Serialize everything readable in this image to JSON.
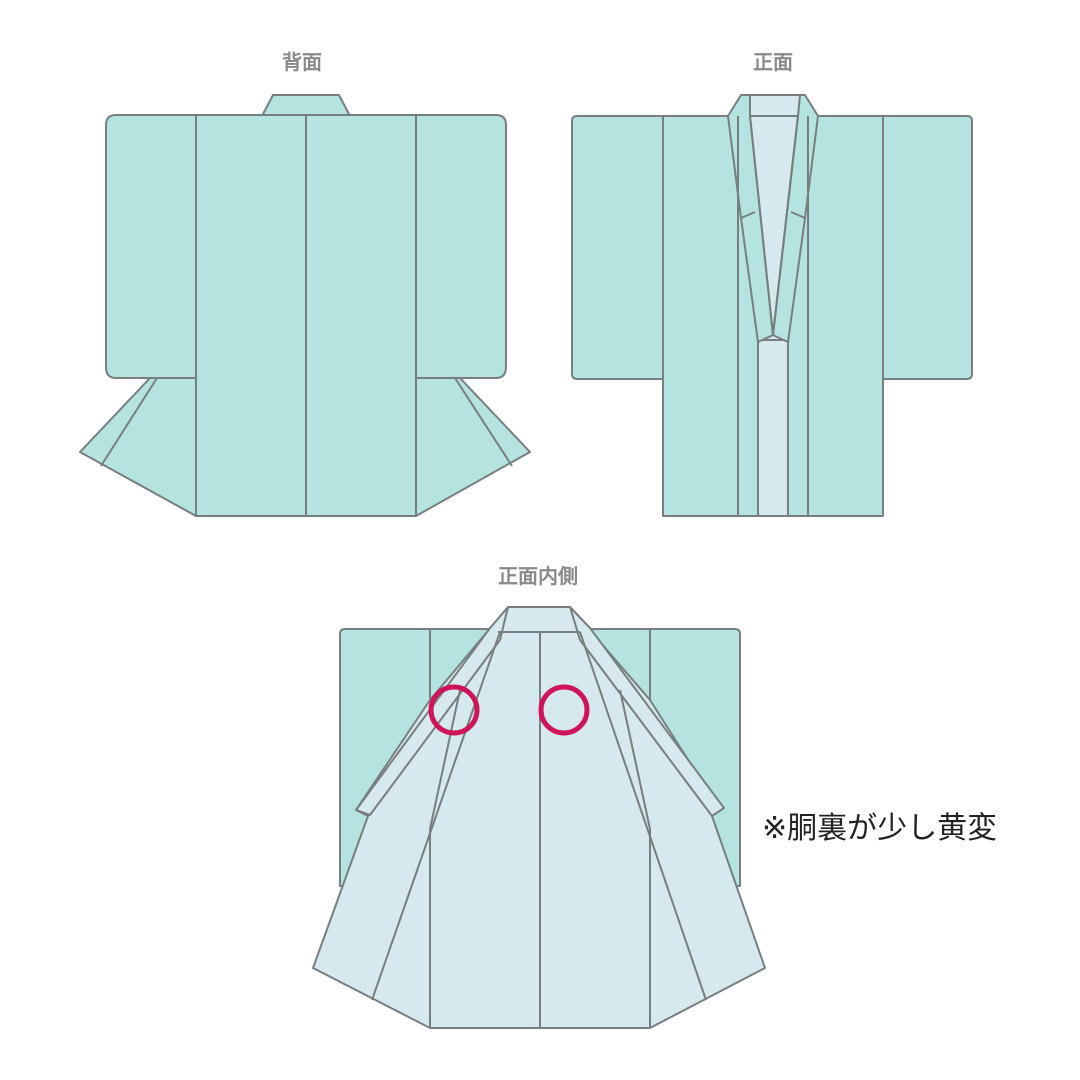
{
  "labels": {
    "back": "背面",
    "front": "正面",
    "front_inside": "正面内側"
  },
  "note": "※胴裏が少し黄変",
  "colors": {
    "outer_fabric": "#b5e3e0",
    "lining": "#d6e9ee",
    "outline": "#777f80",
    "marker": "#d0145a",
    "label_text": "#8a8a8a",
    "note_text": "#222222"
  },
  "markers": [
    {
      "name": "stain-marker-left"
    },
    {
      "name": "stain-marker-right"
    }
  ]
}
